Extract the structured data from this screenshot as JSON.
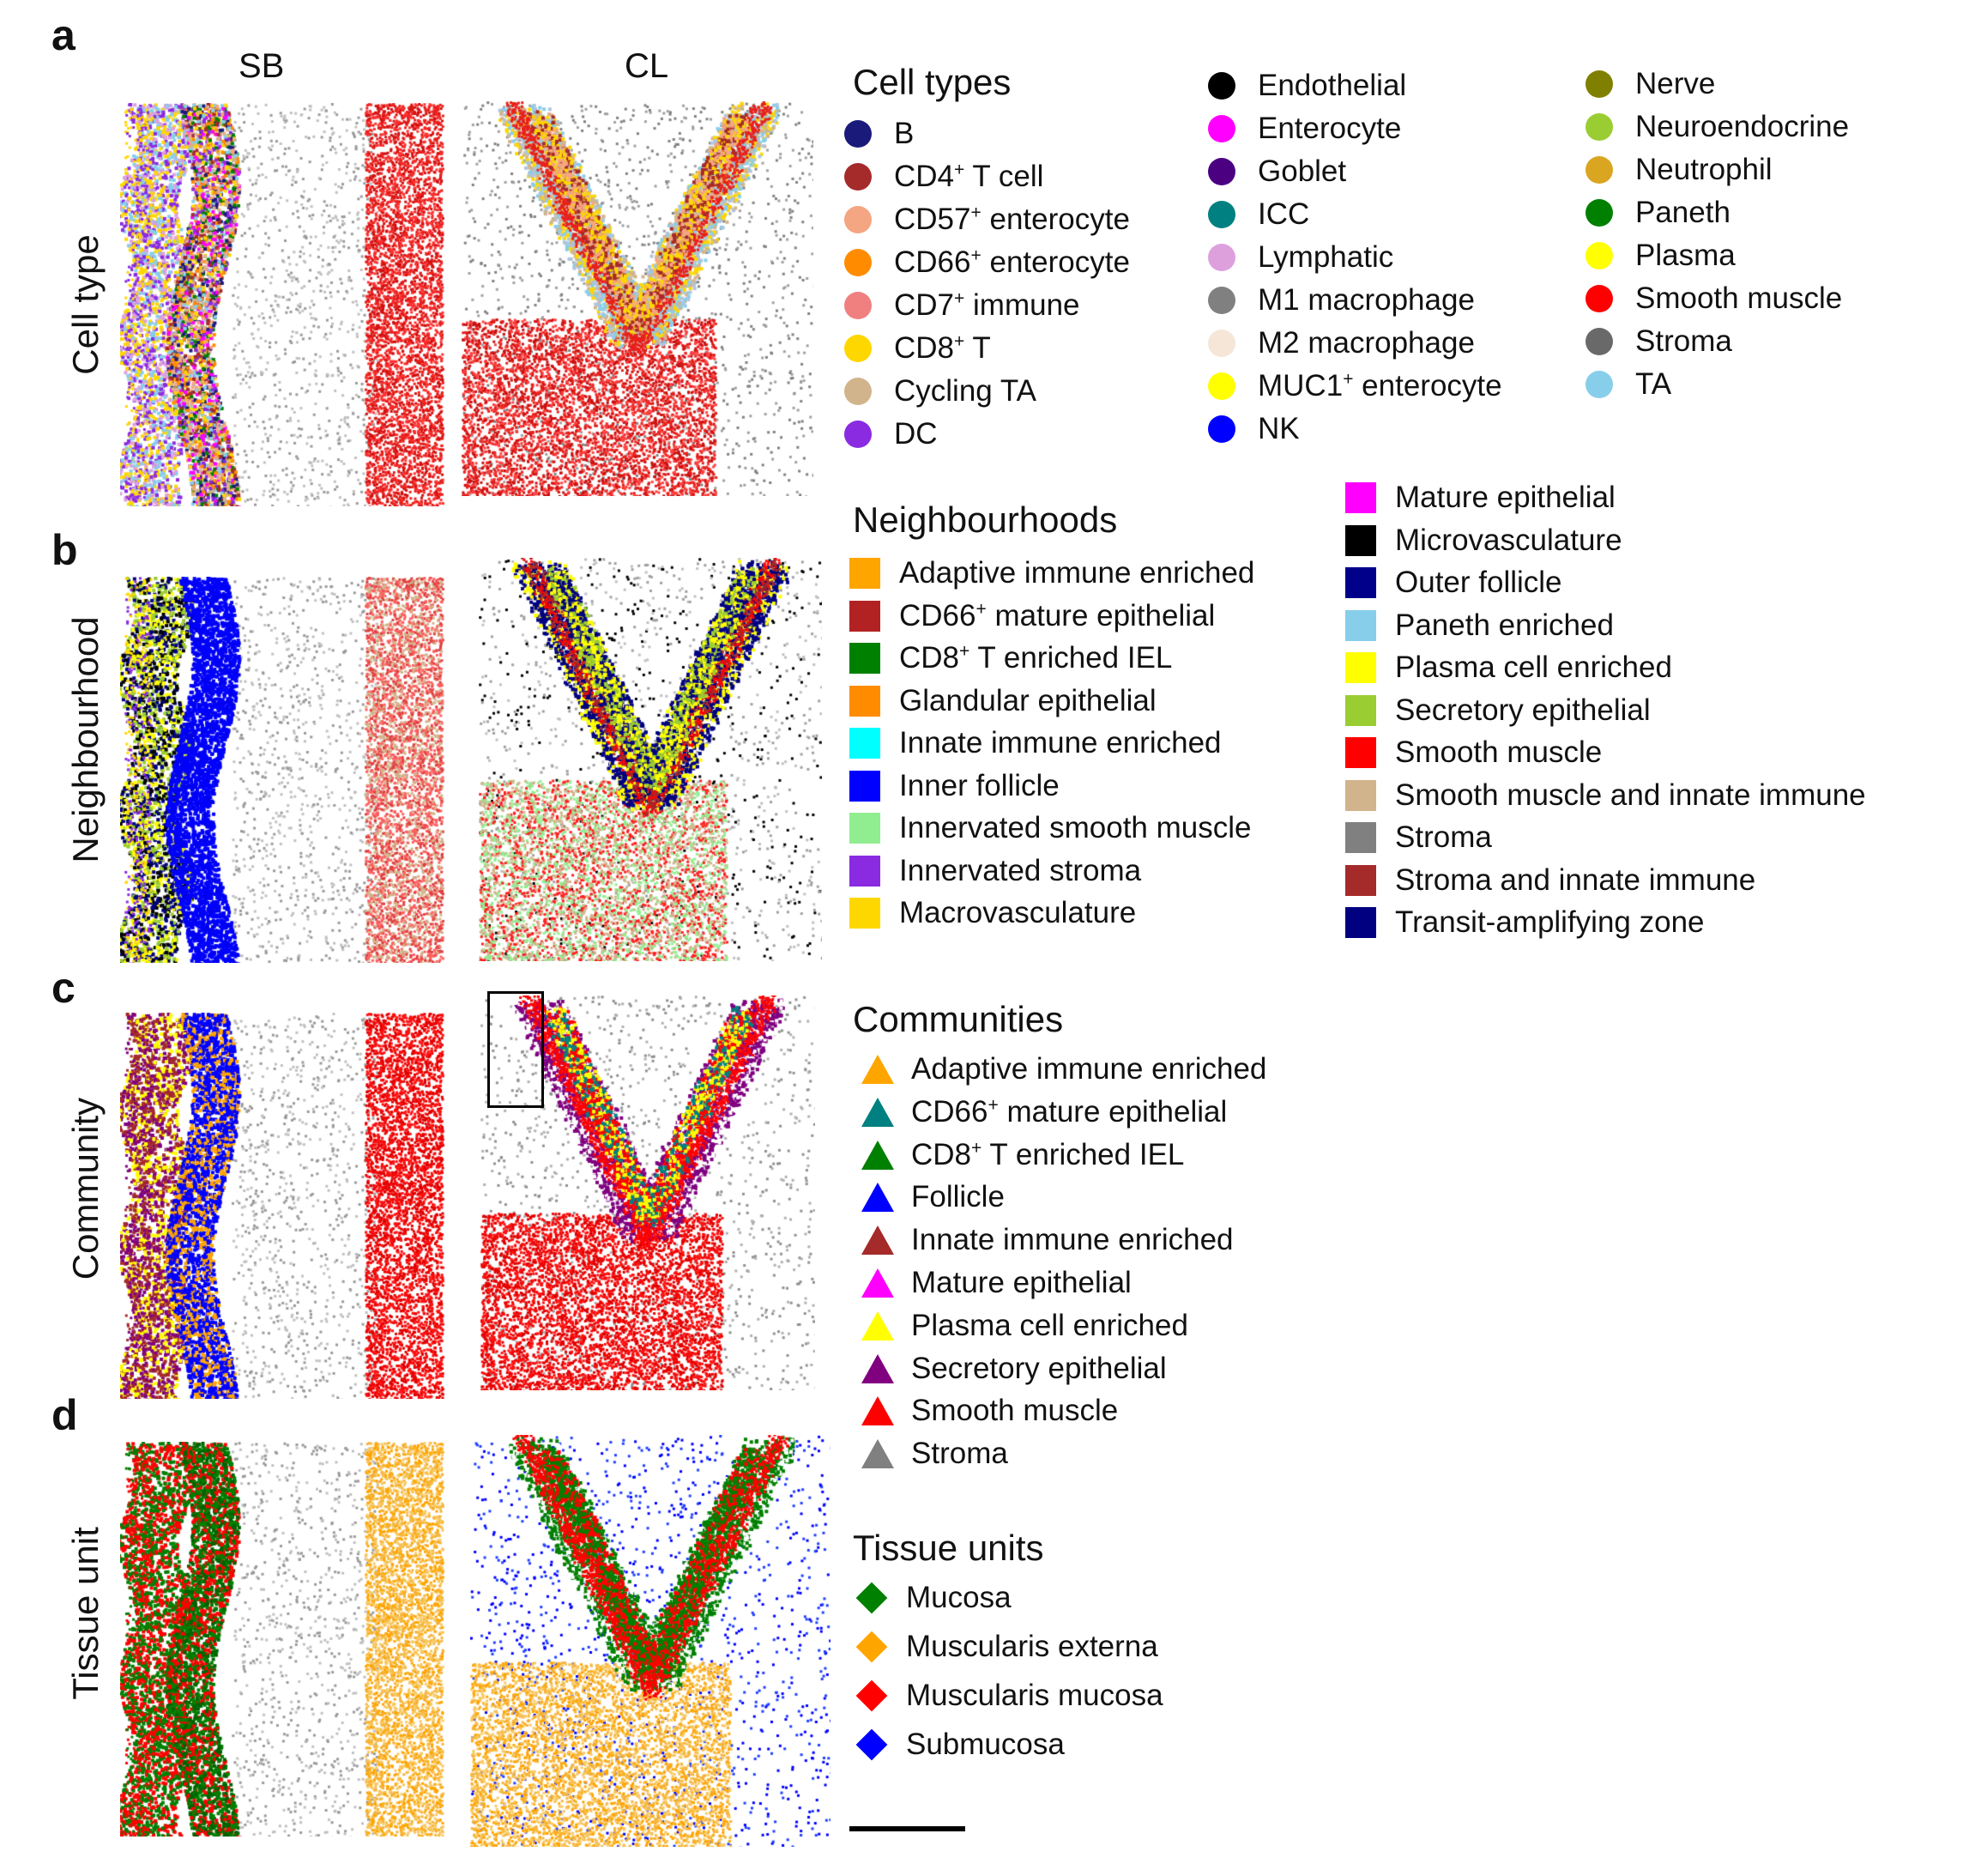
{
  "panel_labels": [
    "a",
    "b",
    "c",
    "d"
  ],
  "column_titles": [
    "SB",
    "CL"
  ],
  "row_labels": [
    "Cell type",
    "Neighbourhood",
    "Community",
    "Tissue unit"
  ],
  "legends": {
    "cell_types": {
      "title": "Cell types",
      "items": [
        {
          "label": "B",
          "sup": "",
          "after": "",
          "color": "#1a1a7a"
        },
        {
          "label": "CD4",
          "sup": "+",
          "after": " T cell",
          "color": "#a52a2a"
        },
        {
          "label": "CD57",
          "sup": "+",
          "after": " enterocyte",
          "color": "#f4a582"
        },
        {
          "label": "CD66",
          "sup": "+",
          "after": " enterocyte",
          "color": "#ff8c00"
        },
        {
          "label": "CD7",
          "sup": "+",
          "after": " immune",
          "color": "#f08080"
        },
        {
          "label": "CD8",
          "sup": "+",
          "after": " T",
          "color": "#ffd700"
        },
        {
          "label": "Cycling TA",
          "sup": "",
          "after": "",
          "color": "#d2b48c"
        },
        {
          "label": "DC",
          "sup": "",
          "after": "",
          "color": "#8a2be2"
        },
        {
          "label": "Endothelial",
          "sup": "",
          "after": "",
          "color": "#000000"
        },
        {
          "label": "Enterocyte",
          "sup": "",
          "after": "",
          "color": "#ff00ff"
        },
        {
          "label": "Goblet",
          "sup": "",
          "after": "",
          "color": "#4b0082"
        },
        {
          "label": "ICC",
          "sup": "",
          "after": "",
          "color": "#008080"
        },
        {
          "label": "Lymphatic",
          "sup": "",
          "after": "",
          "color": "#dda0dd"
        },
        {
          "label": "M1 macrophage",
          "sup": "",
          "after": "",
          "color": "#808080"
        },
        {
          "label": "M2 macrophage",
          "sup": "",
          "after": "",
          "color": "#f5e6d8"
        },
        {
          "label": "MUC1",
          "sup": "+",
          "after": " enterocyte",
          "color": "#ffff00"
        },
        {
          "label": "NK",
          "sup": "",
          "after": "",
          "color": "#0000ff"
        },
        {
          "label": "Nerve",
          "sup": "",
          "after": "",
          "color": "#808000"
        },
        {
          "label": "Neuroendocrine",
          "sup": "",
          "after": "",
          "color": "#9acd32"
        },
        {
          "label": "Neutrophil",
          "sup": "",
          "after": "",
          "color": "#daa520"
        },
        {
          "label": "Paneth",
          "sup": "",
          "after": "",
          "color": "#008000"
        },
        {
          "label": "Plasma",
          "sup": "",
          "after": "",
          "color": "#ffff00"
        },
        {
          "label": "Smooth muscle",
          "sup": "",
          "after": "",
          "color": "#ff0000"
        },
        {
          "label": "Stroma",
          "sup": "",
          "after": "",
          "color": "#696969"
        },
        {
          "label": "TA",
          "sup": "",
          "after": "",
          "color": "#87ceeb"
        }
      ]
    },
    "neighbourhoods": {
      "title": "Neighbourhoods",
      "items": [
        {
          "label": "Adaptive immune enriched",
          "sup": "",
          "after": "",
          "color": "#ffa500"
        },
        {
          "label": "CD66",
          "sup": "+",
          "after": " mature epithelial",
          "color": "#b22222"
        },
        {
          "label": "CD8",
          "sup": "+",
          "after": " T enriched IEL",
          "color": "#008000"
        },
        {
          "label": "Glandular epithelial",
          "sup": "",
          "after": "",
          "color": "#ff8c00"
        },
        {
          "label": "Innate immune enriched",
          "sup": "",
          "after": "",
          "color": "#00ffff"
        },
        {
          "label": "Inner follicle",
          "sup": "",
          "after": "",
          "color": "#0000ff"
        },
        {
          "label": "Innervated smooth muscle",
          "sup": "",
          "after": "",
          "color": "#90ee90"
        },
        {
          "label": "Innervated stroma",
          "sup": "",
          "after": "",
          "color": "#8a2be2"
        },
        {
          "label": "Macrovasculature",
          "sup": "",
          "after": "",
          "color": "#ffd700"
        },
        {
          "label": "Mature epithelial",
          "sup": "",
          "after": "",
          "color": "#ff00ff"
        },
        {
          "label": "Microvasculature",
          "sup": "",
          "after": "",
          "color": "#000000"
        },
        {
          "label": "Outer follicle",
          "sup": "",
          "after": "",
          "color": "#00008b"
        },
        {
          "label": "Paneth enriched",
          "sup": "",
          "after": "",
          "color": "#87ceeb"
        },
        {
          "label": "Plasma cell enriched",
          "sup": "",
          "after": "",
          "color": "#ffff00"
        },
        {
          "label": "Secretory epithelial",
          "sup": "",
          "after": "",
          "color": "#9acd32"
        },
        {
          "label": "Smooth muscle",
          "sup": "",
          "after": "",
          "color": "#ff0000"
        },
        {
          "label": "Smooth muscle and innate immune",
          "sup": "",
          "after": "",
          "color": "#d2b48c"
        },
        {
          "label": "Stroma",
          "sup": "",
          "after": "",
          "color": "#808080"
        },
        {
          "label": "Stroma and innate immune",
          "sup": "",
          "after": "",
          "color": "#a52a2a"
        },
        {
          "label": "Transit-amplifying zone",
          "sup": "",
          "after": "",
          "color": "#000080"
        }
      ]
    },
    "communities": {
      "title": "Communities",
      "items": [
        {
          "label": "Adaptive immune enriched",
          "sup": "",
          "after": "",
          "color": "#ffa500"
        },
        {
          "label": "CD66",
          "sup": "+",
          "after": " mature epithelial",
          "color": "#008080"
        },
        {
          "label": "CD8",
          "sup": "+",
          "after": " T enriched IEL",
          "color": "#008000"
        },
        {
          "label": "Follicle",
          "sup": "",
          "after": "",
          "color": "#0000ff"
        },
        {
          "label": "Innate immune enriched",
          "sup": "",
          "after": "",
          "color": "#a52a2a"
        },
        {
          "label": "Mature epithelial",
          "sup": "",
          "after": "",
          "color": "#ff00ff"
        },
        {
          "label": "Plasma cell enriched",
          "sup": "",
          "after": "",
          "color": "#ffff00"
        },
        {
          "label": "Secretory epithelial",
          "sup": "",
          "after": "",
          "color": "#800080"
        },
        {
          "label": "Smooth muscle",
          "sup": "",
          "after": "",
          "color": "#ff0000"
        },
        {
          "label": "Stroma",
          "sup": "",
          "after": "",
          "color": "#808080"
        }
      ]
    },
    "tissue_units": {
      "title": "Tissue units",
      "items": [
        {
          "label": "Mucosa",
          "sup": "",
          "after": "",
          "color": "#008000"
        },
        {
          "label": "Muscularis externa",
          "sup": "",
          "after": "",
          "color": "#ffa500"
        },
        {
          "label": "Muscularis mucosa",
          "sup": "",
          "after": "",
          "color": "#ff0000"
        },
        {
          "label": "Submucosa",
          "sup": "",
          "after": "",
          "color": "#0000ff"
        }
      ]
    }
  }
}
